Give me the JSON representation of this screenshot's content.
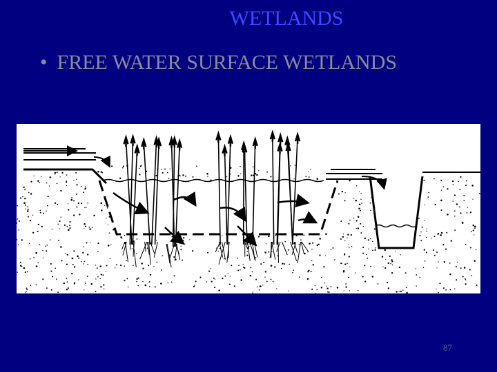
{
  "slide": {
    "title": "WETLANDS",
    "bullet_marker": "•",
    "bullet_text": "FREE WATER SURFACE WETLANDS",
    "page_number": "87"
  },
  "figure": {
    "icon": "wetland-cross-section-diagram"
  },
  "colors": {
    "background": "#000080",
    "title": "#3a4bff",
    "bullet": "#8a8a9a",
    "figure_bg": "#ffffff",
    "ink": "#000000"
  }
}
